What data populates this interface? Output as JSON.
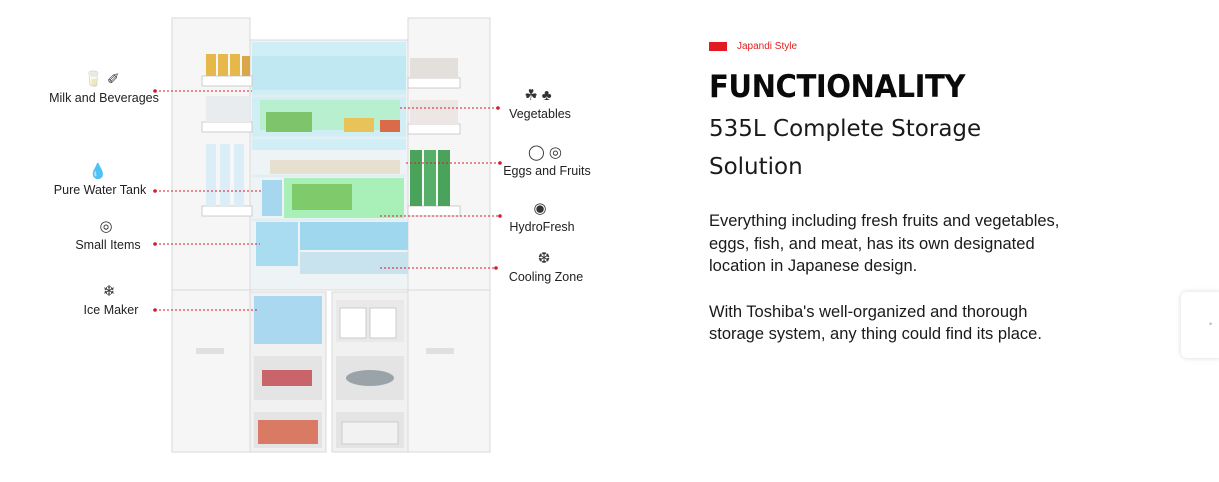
{
  "callouts": {
    "milk_beverages": {
      "label": "Milk and Beverages",
      "icon": "bottle-icon"
    },
    "pure_water_tank": {
      "label": "Pure Water Tank",
      "icon": "water-drop-icon"
    },
    "small_items": {
      "label": "Small Items",
      "icon": "small-items-icon"
    },
    "ice_maker": {
      "label": "Ice Maker",
      "icon": "ice-maker-icon"
    },
    "vegetables": {
      "label": "Vegetables",
      "icon": "vegetables-icon"
    },
    "eggs_fruits": {
      "label": "Eggs and Fruits",
      "icon": "egg-icon"
    },
    "hydrofresh": {
      "label": "HydroFresh",
      "icon": "hydrofresh-icon"
    },
    "cooling_zone": {
      "label": "Cooling Zone",
      "icon": "cooling-fish-icon"
    }
  },
  "section": {
    "tag": "Japandi Style",
    "title": "FUNCTIONALITY",
    "subtitle": "535L Complete Storage Solution",
    "paragraph_1": "Everything including fresh fruits and vegetables, eggs, fish, and meat, has its own designated location in Japanese design.",
    "paragraph_2": "With Toshiba's well-organized and thorough storage system, any thing could find its place."
  },
  "colors": {
    "accent": "#e21b23",
    "callout_dot": "#d11e2a",
    "text": "#111111"
  }
}
